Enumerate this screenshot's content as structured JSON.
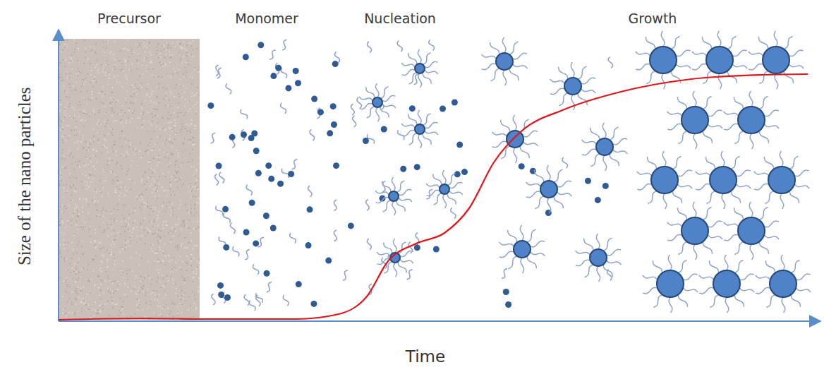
{
  "diagram": {
    "labels": [
      "Precursor",
      "Monomer",
      "Nucleation",
      "Growth",
      "Size of the nano particles",
      "Time"
    ]
  }
}
